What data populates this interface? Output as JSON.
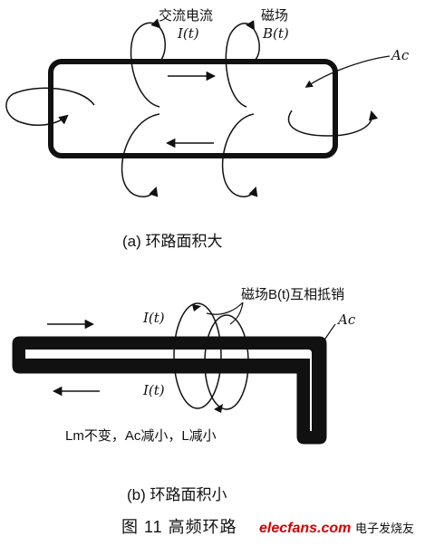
{
  "diagram_a": {
    "label_current": "交流电流",
    "label_current_sym": "I(t)",
    "label_field": "磁场",
    "label_field_sym": "B(t)",
    "label_area": "Ac",
    "caption": "(a)  环路面积大"
  },
  "diagram_b": {
    "label_field_cancel": "磁场B(t)互相抵销",
    "label_current_top": "I(t)",
    "label_current_bottom": "I(t)",
    "label_area": "Ac",
    "note": "Lm不变，Ac减小，L减小",
    "caption": "(b)  环路面积小"
  },
  "figure_title": "图 11    高频环路",
  "watermark": {
    "brand": "elecfans.com",
    "brand_cn": "电子发烧友"
  },
  "colors": {
    "ink": "#111111",
    "watermark_red": "#d40000"
  }
}
